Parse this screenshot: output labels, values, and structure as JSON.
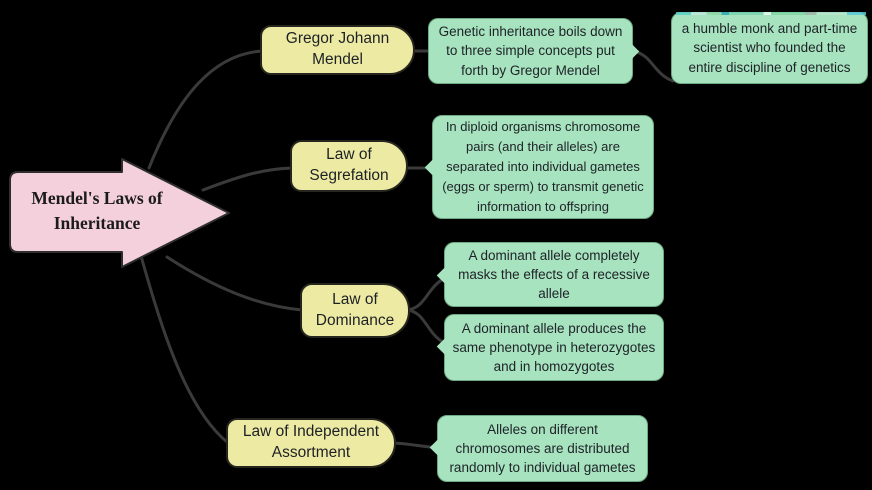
{
  "diagram": {
    "type": "mind-map",
    "center": {
      "label": "Mendel's Laws of Inheritance"
    },
    "branches": [
      {
        "topic": "Gregor Johann Mendel",
        "notes": [
          "Genetic inheritance boils down to three simple concepts put forth by Gregor Mendel",
          "a humble monk and part-time scientist who founded the entire discipline of genetics"
        ]
      },
      {
        "topic": "Law of Segrefation",
        "notes": [
          "In diploid organisms chromosome pairs (and their alleles) are separated into individual gametes (eggs or sperm) to transmit genetic information to offspring"
        ]
      },
      {
        "topic": "Law of Dominance",
        "notes": [
          "A dominant allele completely masks the effects of a recessive allele",
          "A dominant allele produces the same phenotype in heterozygotes and in homozygotes"
        ]
      },
      {
        "topic": "Law of Independent Assortment",
        "notes": [
          "Alleles on different chromosomes are distributed randomly to individual gametes"
        ]
      }
    ],
    "colors": {
      "background": "#000000",
      "center_fill": "#f4cfdc",
      "center_border": "#2e2e2e",
      "topic_fill": "#edeba3",
      "topic_border": "#26261f",
      "note_fill": "#a6e3be",
      "note_border": "#6fa885",
      "connector": "#3a3a3a",
      "text": "#1d2125"
    }
  }
}
